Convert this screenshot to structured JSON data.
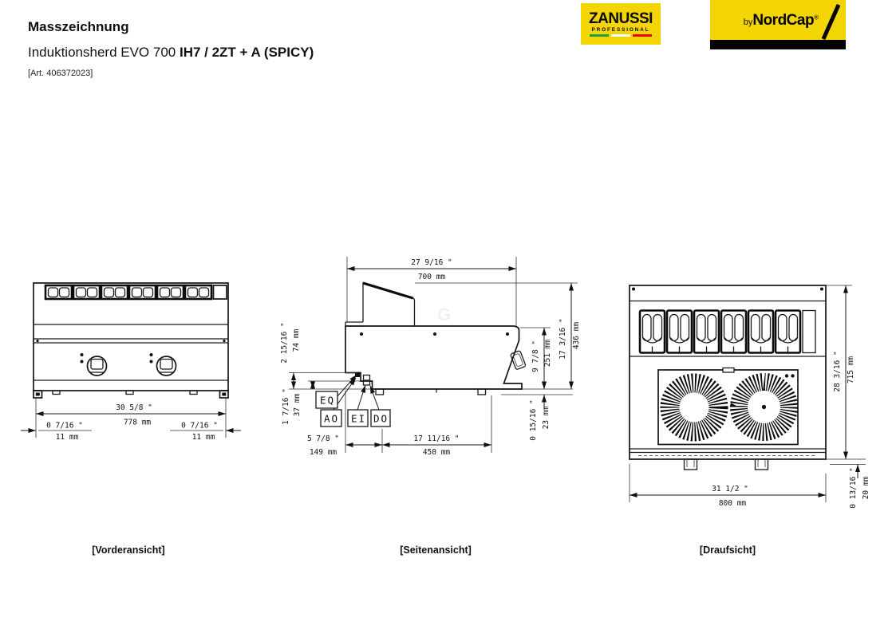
{
  "header": {
    "title": "Masszeichnung",
    "subtitle_regular": "Induktionsherd EVO 700 ",
    "subtitle_bold": "IH7 / 2ZT + A (SPICY)",
    "article": "[Art. 406372023]"
  },
  "logos": {
    "zanussi_name": "ZANUSSI",
    "zanussi_sub": "PROFESSIONAL",
    "nordcap_by": "by",
    "nordcap_name": "NordCap",
    "nordcap_reg": "®"
  },
  "watermark": "G",
  "views": {
    "front": {
      "label": "[Vorderansicht]",
      "dims": {
        "width_in": "30 5/8 \"",
        "width_mm": "778 mm",
        "left_in": "0 7/16 \"",
        "left_mm": "11 mm",
        "right_in": "0 7/16 \"",
        "right_mm": "11 mm"
      }
    },
    "side": {
      "label": "[Seitenansicht]",
      "connections": [
        "EQ",
        "AO",
        "EI",
        "DO"
      ],
      "dims": {
        "depth_in": "27 9/16 \"",
        "depth_mm": "700 mm",
        "h74_in": "2 15/16 \"",
        "h74_mm": "74 mm",
        "h37_in": "1 7/16 \"",
        "h37_mm": "37 mm",
        "d149_in": "5 7/8 \"",
        "d149_mm": "149 mm",
        "d450_in": "17 11/16 \"",
        "d450_mm": "450 mm",
        "h251_in": "9 7/8 \"",
        "h251_mm": "251 mm",
        "h436_in": "17 3/16 \"",
        "h436_mm": "436 mm",
        "h23_in": "0 15/16 \"",
        "h23_mm": "23 mm"
      }
    },
    "top": {
      "label": "[Draufsicht]",
      "dims": {
        "depth_in": "28 3/16 \"",
        "depth_mm": "715 mm",
        "lip_in": "0 13/16 \"",
        "lip_mm": "20 mm",
        "width_in": "31 1/2 \"",
        "width_mm": "800 mm"
      }
    }
  },
  "colors": {
    "brand_yellow": "#F3D503",
    "flag_green": "#1E9E4B",
    "flag_white": "#FFFFFF",
    "flag_red": "#E30613",
    "line": "#1A1A1A"
  }
}
